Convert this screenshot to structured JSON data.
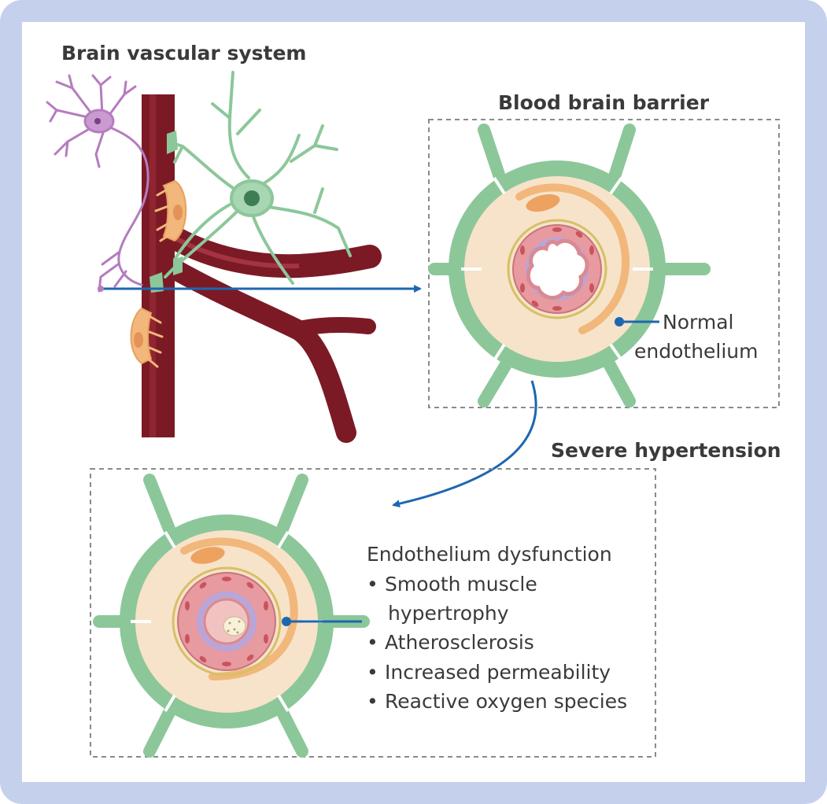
{
  "titles": {
    "brain_vascular_system": "Brain vascular system",
    "blood_brain_barrier": "Blood brain barrier",
    "severe_hypertension": "Severe hypertension"
  },
  "normal_label": {
    "line1": "Normal",
    "line2": "endothelium"
  },
  "dysfunction": {
    "heading": "Endothelium dysfunction",
    "bullet": "•",
    "items": [
      {
        "line1": "Smooth muscle",
        "line2": "hypertrophy"
      },
      {
        "line1": "Atherosclerosis"
      },
      {
        "line1": "Increased permeability"
      },
      {
        "line1": "Reactive oxygen species"
      }
    ]
  },
  "colors": {
    "frame": "#c5d1ec",
    "vessel": "#7b1a25",
    "astrocyte": "#8cc79a",
    "neuron": "#b57cbf",
    "pericyte": "#f2b77a",
    "arrow": "#1d67b0",
    "text": "#3a3a3a"
  }
}
